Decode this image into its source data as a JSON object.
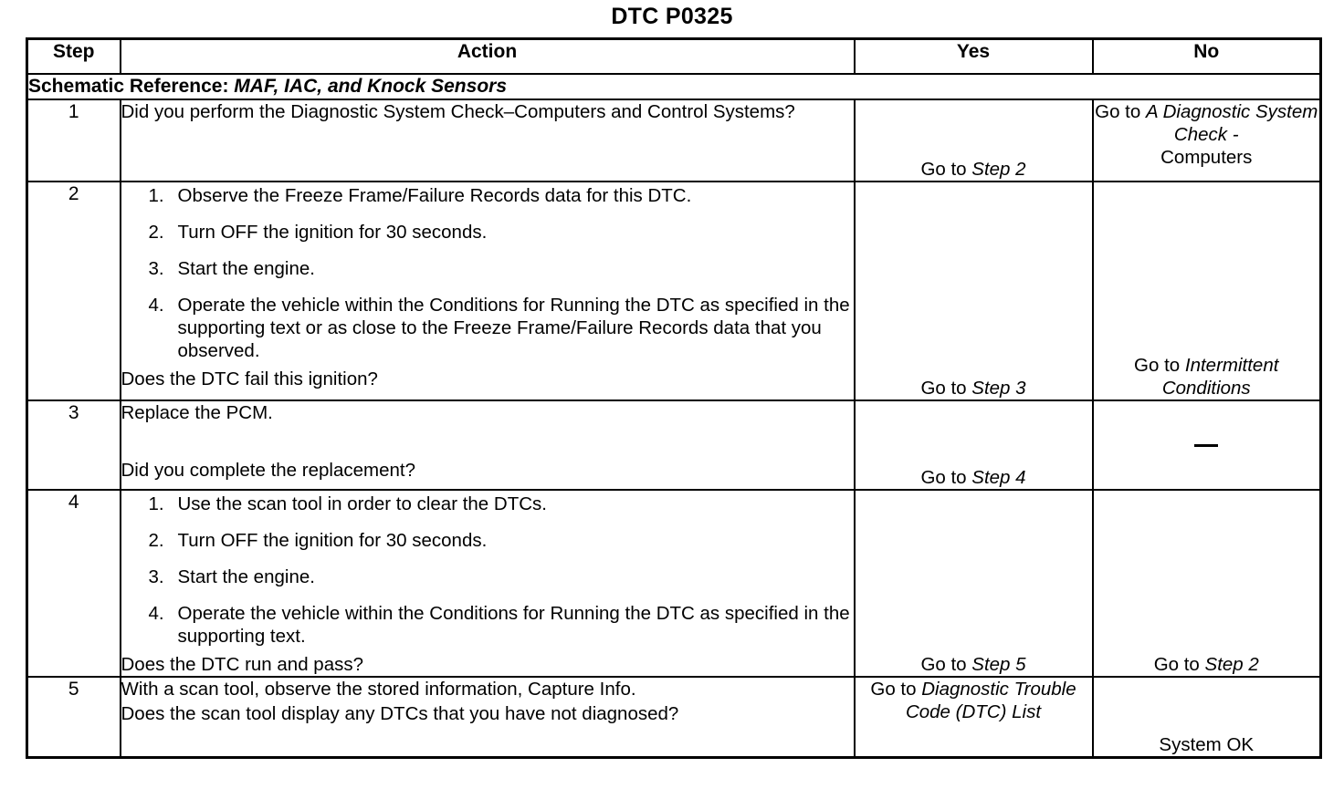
{
  "document": {
    "title": "DTC P0325"
  },
  "table": {
    "columns": {
      "step": "Step",
      "action": "Action",
      "yes": "Yes",
      "no": "No"
    },
    "schematic_reference": {
      "label": "Schematic Reference:",
      "value": "MAF, IAC, and Knock Sensors"
    },
    "rows": [
      {
        "step": "1",
        "action_text": "Did you perform the Diagnostic System Check–Computers and Control Systems?",
        "yes": {
          "prefix": "Go to ",
          "italic": "Step 2",
          "suffix": ""
        },
        "no": {
          "prefix": "Go to ",
          "italic": "A Diagnostic System Check -",
          "suffix": "Computers"
        }
      },
      {
        "step": "2",
        "list": [
          "Observe the Freeze Frame/Failure Records data for this DTC.",
          "Turn OFF the ignition for 30 seconds.",
          "Start the engine.",
          "Operate the vehicle within the Conditions for Running the DTC as specified in the supporting text or as close to the Freeze Frame/Failure Records data that you observed."
        ],
        "question": "Does the DTC fail this ignition?",
        "yes": {
          "prefix": "Go to ",
          "italic": "Step 3",
          "suffix": ""
        },
        "no": {
          "prefix": "Go to ",
          "italic": "Intermittent Conditions",
          "suffix": ""
        }
      },
      {
        "step": "3",
        "lead": "Replace the PCM.",
        "question": "Did you complete the replacement?",
        "yes": {
          "prefix": "Go to ",
          "italic": "Step 4",
          "suffix": ""
        },
        "no": {
          "prefix": "",
          "italic": "",
          "suffix": "—"
        }
      },
      {
        "step": "4",
        "list": [
          "Use the scan tool in order to clear the DTCs.",
          "Turn OFF the ignition for 30 seconds.",
          "Start the engine.",
          "Operate the vehicle within the Conditions for Running the DTC as specified in the supporting text."
        ],
        "question": "Does the DTC run and pass?",
        "yes": {
          "prefix": "Go to ",
          "italic": "Step 5",
          "suffix": ""
        },
        "no": {
          "prefix": "Go to ",
          "italic": "Step 2",
          "suffix": ""
        }
      },
      {
        "step": "5",
        "lead": "With a scan tool, observe the stored information, Capture Info.",
        "question": "Does the scan tool display any DTCs that you have not diagnosed?",
        "yes": {
          "prefix": "Go to ",
          "italic": "Diagnostic Trouble Code (DTC) List",
          "suffix": ""
        },
        "no": {
          "prefix": "",
          "italic": "",
          "suffix": "System OK"
        }
      }
    ]
  }
}
